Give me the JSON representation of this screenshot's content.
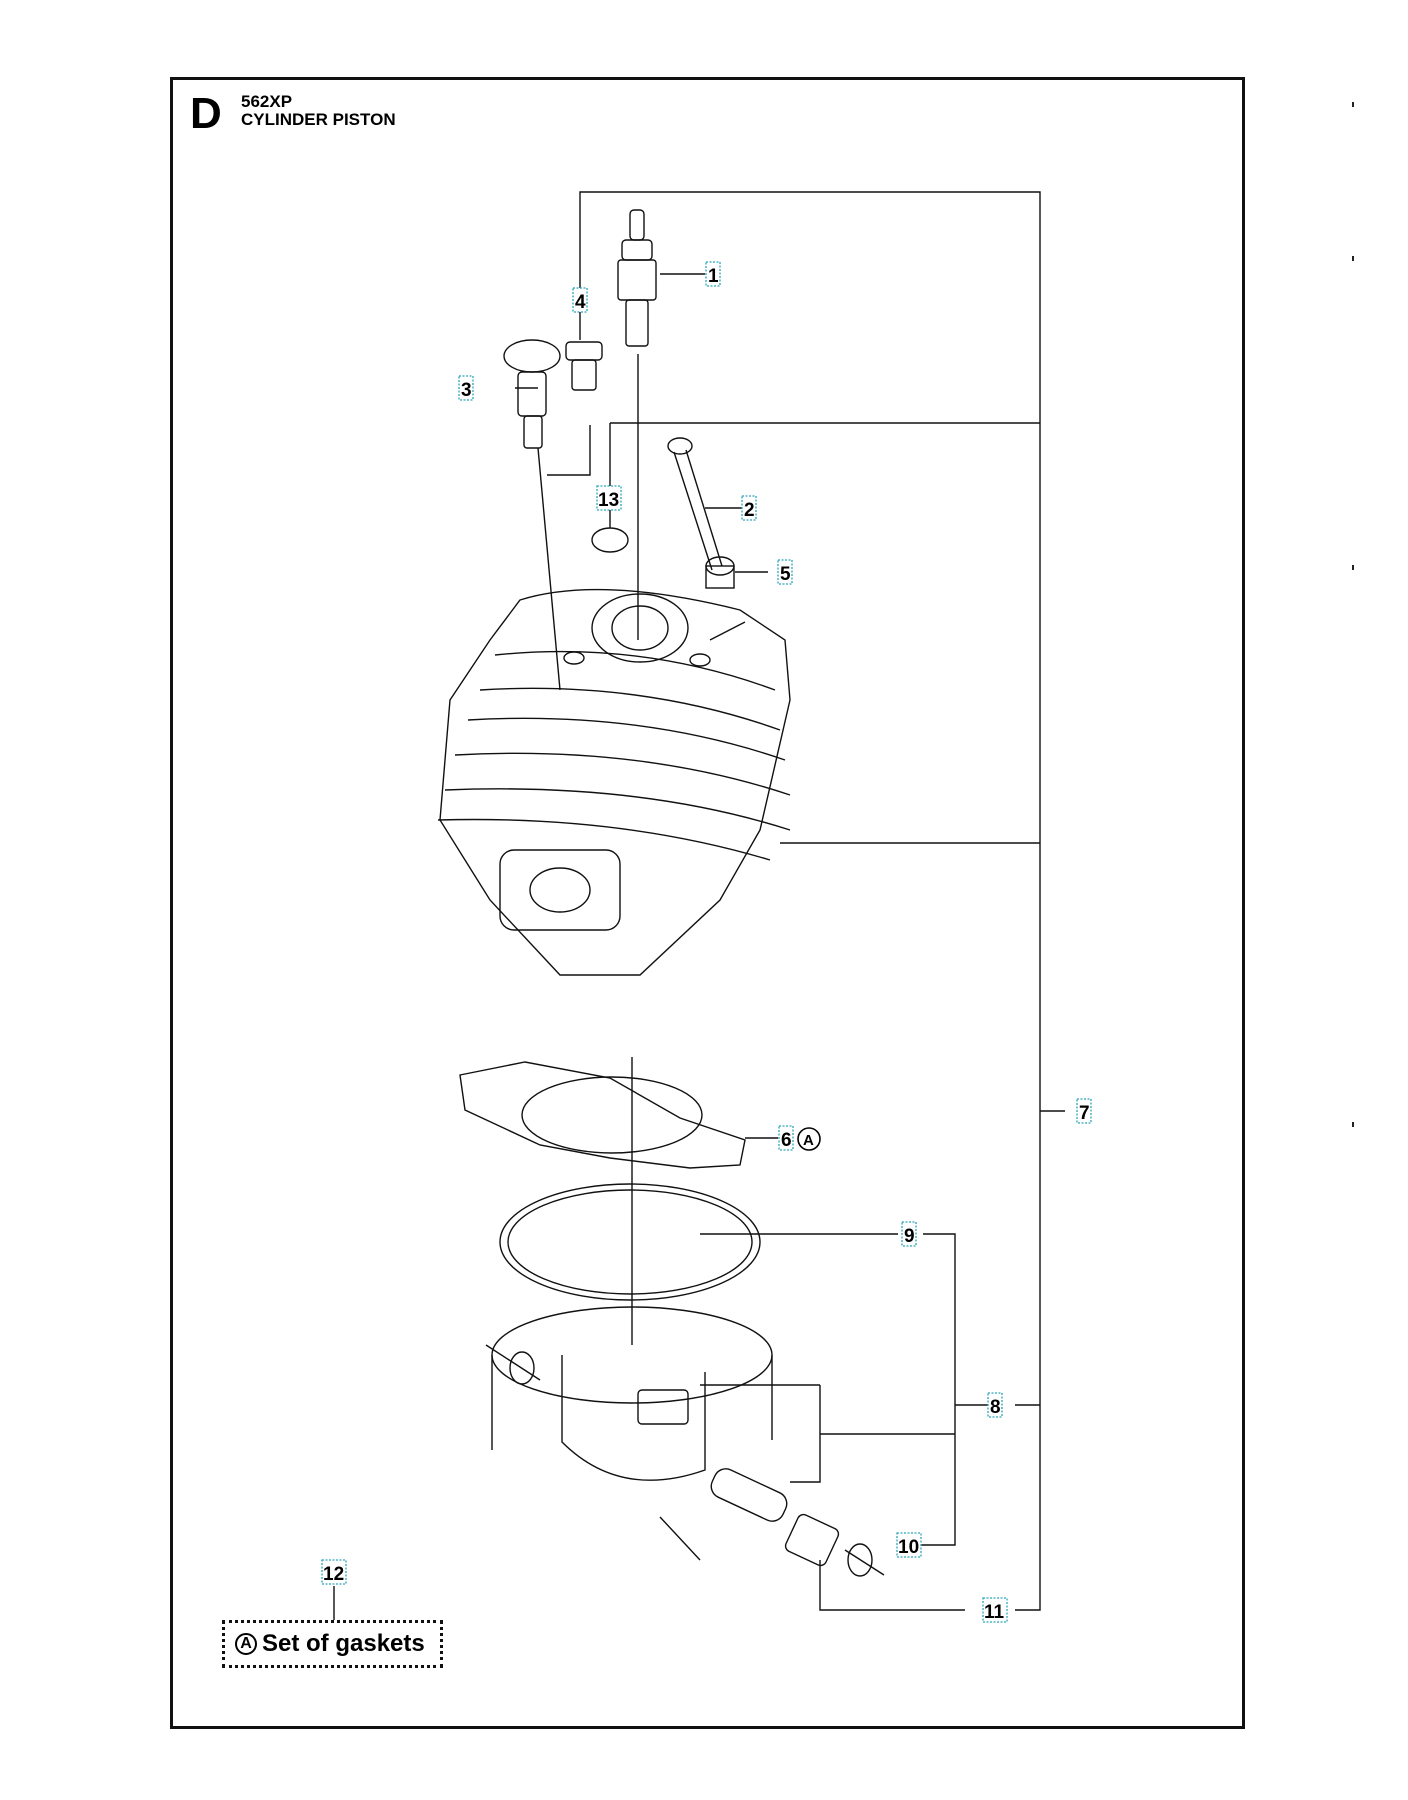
{
  "header": {
    "section_letter": "D",
    "model": "562XP",
    "title": "CYLINDER PISTON"
  },
  "callouts": [
    "1",
    "2",
    "3",
    "4",
    "5",
    "6",
    "7",
    "8",
    "9",
    "10",
    "11",
    "12",
    "13"
  ],
  "annotations": {
    "gasket_marker": "A"
  },
  "legend": {
    "marker": "A",
    "text": "Set of gaskets"
  },
  "colors": {
    "callout_box_border": "#2aa6b8",
    "line": "#111111"
  }
}
